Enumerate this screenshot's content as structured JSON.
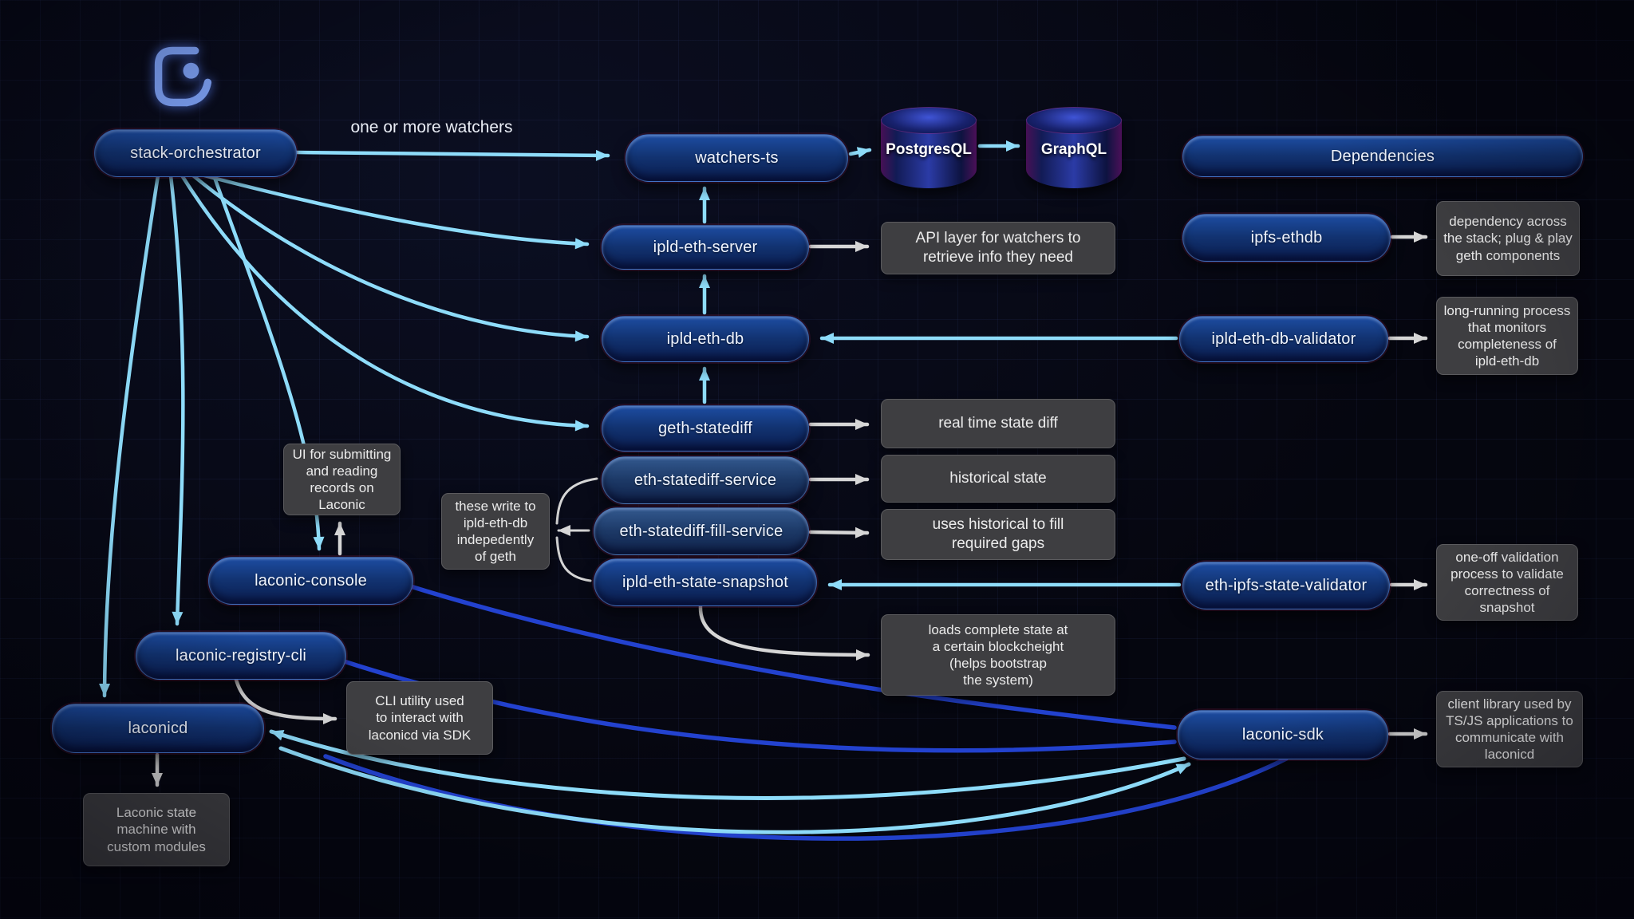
{
  "diagram": {
    "edge_labels": {
      "watchers": "one or more watchers"
    },
    "nodes": {
      "stack_orchestrator": "stack-orchestrator",
      "watchers_ts": "watchers-ts",
      "dependencies": "Dependencies",
      "ipld_eth_server": "ipld-eth-server",
      "ipfs_ethdb": "ipfs-ethdb",
      "ipld_eth_db": "ipld-eth-db",
      "ipld_eth_db_validator": "ipld-eth-db-validator",
      "geth_statediff": "geth-statediff",
      "eth_statediff_service": "eth-statediff-service",
      "eth_statediff_fill_service": "eth-statediff-fill-service",
      "ipld_eth_state_snapshot": "ipld-eth-state-snapshot",
      "eth_ipfs_state_validator": "eth-ipfs-state-validator",
      "laconic_console": "laconic-console",
      "laconic_registry_cli": "laconic-registry-cli",
      "laconicd": "laconicd",
      "laconic_sdk": "laconic-sdk"
    },
    "databases": {
      "postgresql": "PostgresQL",
      "graphql": "GraphQL"
    },
    "annotations": {
      "api_layer": "API layer for watchers to\nretrieve info they need",
      "ipfs_ethdb_note": "dependency across\nthe stack; plug & play\ngeth components",
      "db_validator_note": "long-running process\nthat monitors\ncompleteness of\nipld-eth-db",
      "real_time_note": "real time state diff",
      "historical_note": "historical state",
      "fill_gaps_note": "uses historical to fill\nrequired gaps",
      "write_note": "these write to\nipld-eth-db\nindepedently\nof geth",
      "console_note": "UI for submitting\nand reading\nrecords on\nLaconic",
      "cli_note": "CLI utility used\nto interact with\nlaconicd via SDK",
      "laconicd_note": "Laconic state\nmachine with\ncustom modules",
      "snapshot_note": "loads complete state at\na certain blockcheight\n(helps bootstrap\nthe system)",
      "one_off_note": "one-off validation\nprocess to validate\ncorrectness of\nsnapshot",
      "sdk_note": "client library used by\nTS/JS applications to\ncommunicate with\nlaconicd"
    },
    "colors": {
      "background": "#05060f",
      "pill_top": "#1d4da3",
      "pill_bottom": "#0a1c4e",
      "note_bg": "#3e3e41",
      "arrow_light_blue": "#8edcfa",
      "arrow_white": "#d6d6d6",
      "arrow_dark_blue": "#2342cf",
      "logo_blue": "#83a8ff"
    }
  }
}
